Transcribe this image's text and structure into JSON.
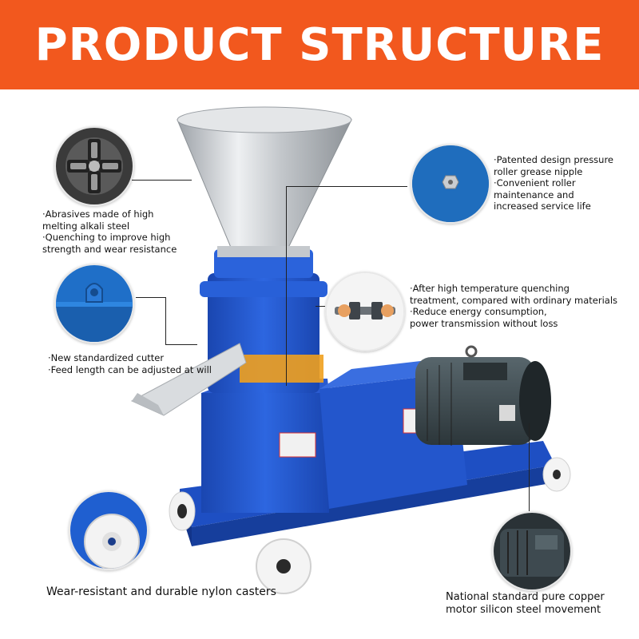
{
  "header": {
    "title": "PRODUCT STRUCTURE"
  },
  "callouts": {
    "roller": {
      "lines": [
        "·Abrasives made of high",
        "melting alkali steel",
        "·Quenching to improve high",
        "strength and wear resistance"
      ]
    },
    "grease": {
      "lines": [
        "·Patented design pressure",
        "roller grease nipple",
        "·Convenient roller",
        "maintenance and",
        "increased service life"
      ]
    },
    "cutter": {
      "lines": [
        "·New standardized cutter",
        "·Feed length can be adjusted at will"
      ]
    },
    "shaft": {
      "lines": [
        "·After high temperature quenching",
        "treatment, compared with ordinary materials",
        "·Reduce energy consumption,",
        "power transmission without loss"
      ]
    },
    "casters": {
      "lines": [
        "Wear-resistant and durable nylon casters"
      ]
    },
    "motor": {
      "lines": [
        "National standard pure copper",
        "motor silicon steel movement"
      ]
    }
  },
  "colors": {
    "banner": "#f2581e",
    "machine_blue": "#1f52c8",
    "funnel": "#c9ccd0",
    "motor": "#3d4a50"
  }
}
